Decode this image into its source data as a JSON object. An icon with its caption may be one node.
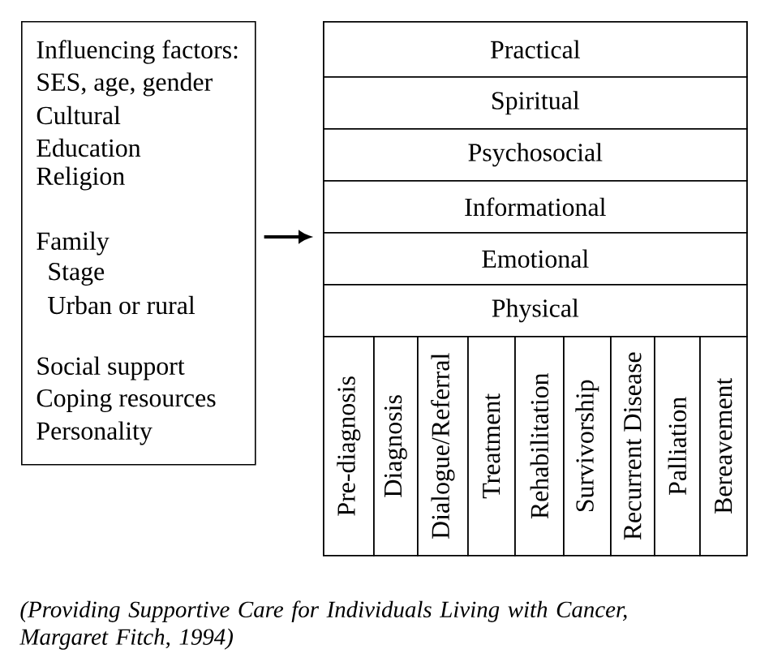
{
  "diagram": {
    "caption": "(Providing Supportive Care for Individuals Living with Cancer, Margaret Fitch, 1994)",
    "nodes": [
      {
        "text": [
          "Influencing factors:",
          "SES, age, gender",
          "Cultural",
          "Education",
          "Religion",
          "Family",
          "Stage",
          "Urban or rural",
          "Social support",
          "Coping resources",
          "Personality"
        ]
      },
      {
        "text": [],
        "shape": "box"
      },
      {
        "text": [
          "Practical"
        ],
        "in": 1
      },
      {
        "text": [
          "Spiritual"
        ],
        "in": 1
      },
      {
        "text": [
          "Psychosocial"
        ],
        "in": 1
      },
      {
        "text": [
          "Informational"
        ],
        "in": 1
      },
      {
        "text": [
          "Emotional"
        ],
        "in": 1
      },
      {
        "text": [
          "Physical"
        ],
        "in": 1
      },
      {
        "text": [
          "Pre-diagnosis"
        ],
        "in": 1
      },
      {
        "text": [
          "Diagnosis"
        ],
        "in": 1
      },
      {
        "text": [
          "Dialogue/Referral"
        ],
        "in": 1
      },
      {
        "text": [
          "Treatment"
        ],
        "in": 1
      },
      {
        "text": [
          "Rehabilitation"
        ],
        "in": 1
      },
      {
        "text": [
          "Survivorship"
        ],
        "in": 1
      },
      {
        "text": [
          "Recurrent Disease"
        ],
        "in": 1
      },
      {
        "text": [
          "Palliation"
        ],
        "in": 1
      },
      {
        "text": [
          "Bereavement"
        ],
        "in": 1
      }
    ],
    "edges": [
      {
        "from": 0,
        "to": 1,
        "arrow": "to"
      }
    ]
  }
}
